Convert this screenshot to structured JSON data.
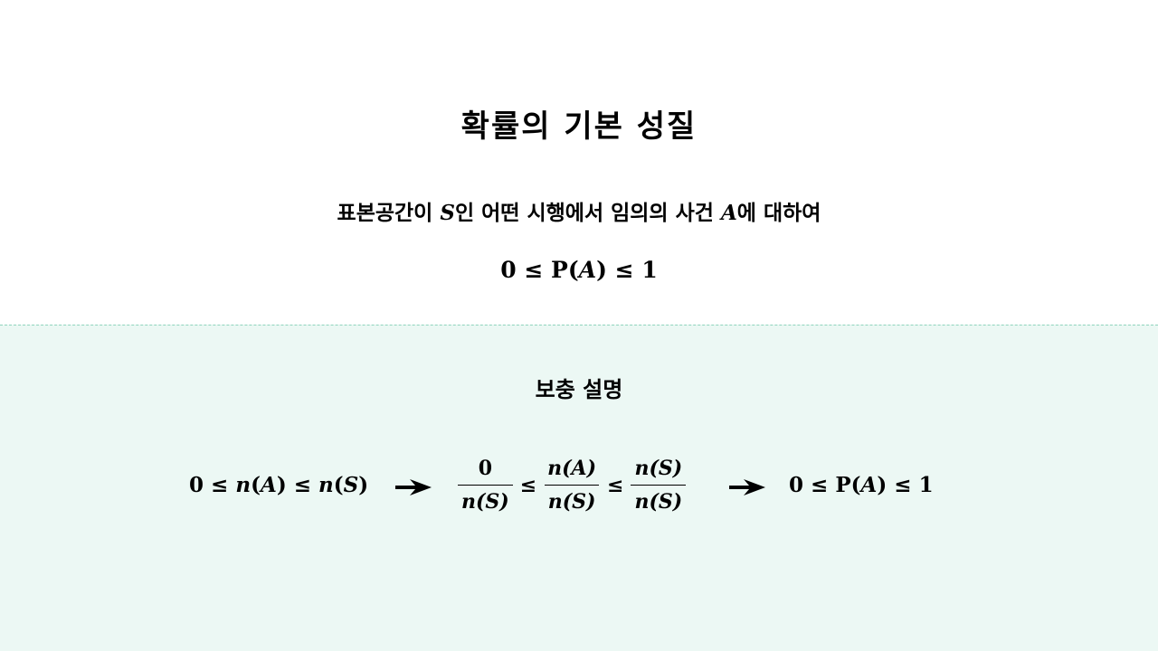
{
  "title": "확률의 기본 성질",
  "statement": {
    "part1": "표본공간이 ",
    "var_s": "S",
    "part2": "인 어떤 시행에서 임의의 사건 ",
    "var_a": "A",
    "part3": "에 대하여"
  },
  "main_inequality": {
    "zero": "0",
    "leq": "≤",
    "p": "P",
    "open": "(",
    "a": "A",
    "close": ")",
    "one": "1"
  },
  "supplement": {
    "heading": "보충 설명",
    "left_expr": {
      "zero": "0",
      "leq": "≤",
      "n": "n",
      "open": "(",
      "a": "A",
      "close": ")",
      "s": "S"
    },
    "fractions": [
      {
        "numerator": "0",
        "denominator": "n(S)"
      },
      {
        "numerator": "n(A)",
        "denominator": "n(S)"
      },
      {
        "numerator": "n(S)",
        "denominator": "n(S)"
      }
    ],
    "right_expr": {
      "zero": "0",
      "leq": "≤",
      "p": "P",
      "open": "(",
      "a": "A",
      "close": ")",
      "one": "1"
    },
    "arrow_icon": "right-arrow-icon"
  },
  "colors": {
    "supplement_background": "#ecf8f4",
    "divider": "#8fd3bd",
    "text": "#000000"
  }
}
